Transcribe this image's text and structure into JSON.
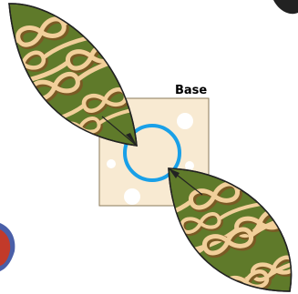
{
  "base": {
    "label": "Base",
    "fill": "#f8ead2",
    "stroke": "#8a7a5a",
    "dot_color": "#ffffff"
  },
  "ring": {
    "color": "#19a0e8"
  },
  "leaves": [
    {
      "name": "upper-left-leaf",
      "fill": "#5f7a2a",
      "ribbon": "#f1cf9a",
      "ribbon_shadow": "#b98c3c",
      "ribbon_dark": "#7a5a24"
    },
    {
      "name": "lower-right-leaf",
      "fill": "#5f7a2a",
      "ribbon": "#f1cf9a",
      "ribbon_shadow": "#b98c3c",
      "ribbon_dark": "#7a5a24"
    }
  ],
  "corner_shapes": [
    {
      "name": "top-right-decoration",
      "color": "#222222"
    },
    {
      "name": "bottom-left-decoration",
      "color": "#c23a2a"
    }
  ]
}
